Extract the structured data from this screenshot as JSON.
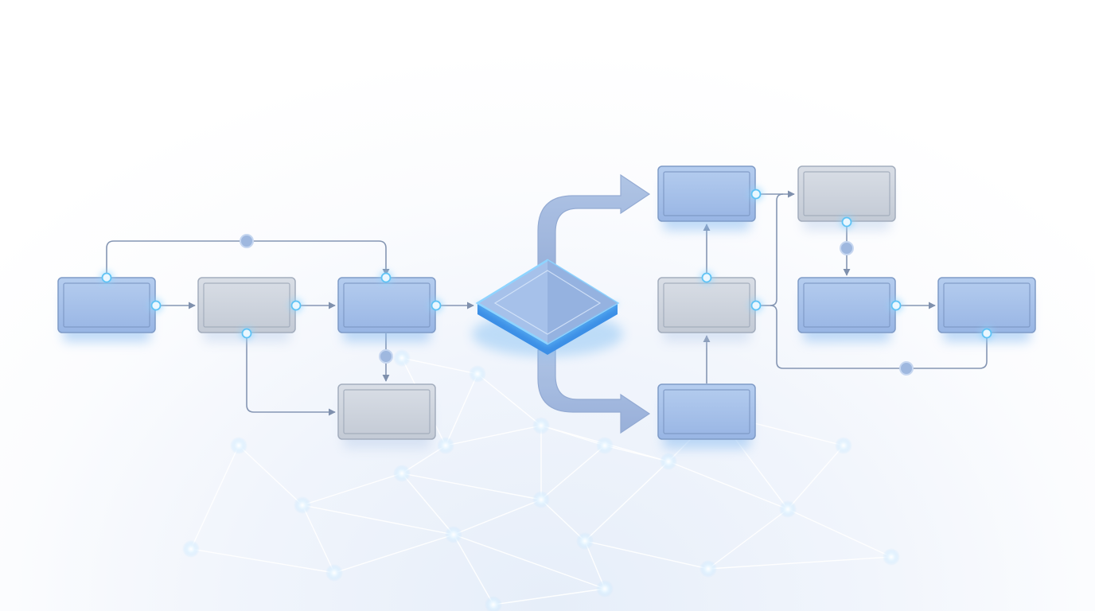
{
  "diagram": {
    "kind": "flowchart",
    "labels_visible": false,
    "colors": {
      "node_blue": "#a9c2ea",
      "node_gray": "#cdd3dc",
      "connector": "#8596b3",
      "port_glow": "#8fd6ff",
      "decision_top": "#9fbbe8",
      "network_line": "#ffffff"
    },
    "nodes": [
      {
        "id": "n1",
        "type": "process",
        "style": "blue"
      },
      {
        "id": "n2",
        "type": "process",
        "style": "gray"
      },
      {
        "id": "n3",
        "type": "process",
        "style": "blue"
      },
      {
        "id": "n4",
        "type": "process",
        "style": "gray"
      },
      {
        "id": "d1",
        "type": "decision",
        "style": "glowing-diamond"
      },
      {
        "id": "n5",
        "type": "process",
        "style": "blue"
      },
      {
        "id": "n6",
        "type": "process",
        "style": "gray"
      },
      {
        "id": "n7",
        "type": "process",
        "style": "blue"
      },
      {
        "id": "n8",
        "type": "process",
        "style": "gray"
      },
      {
        "id": "n9",
        "type": "process",
        "style": "blue"
      },
      {
        "id": "n10",
        "type": "process",
        "style": "blue"
      }
    ],
    "edges": [
      {
        "from": "n1",
        "to": "n2"
      },
      {
        "from": "n2",
        "to": "n3"
      },
      {
        "from": "n1",
        "to": "n3",
        "routing": "over-top"
      },
      {
        "from": "n3",
        "to": "n4"
      },
      {
        "from": "n2",
        "to": "n4",
        "routing": "under"
      },
      {
        "from": "n3",
        "to": "d1"
      },
      {
        "from": "d1",
        "to": "n5",
        "style": "thick-branch-arrow"
      },
      {
        "from": "d1",
        "to": "n7",
        "style": "thick-branch-arrow"
      },
      {
        "from": "n6",
        "to": "n5"
      },
      {
        "from": "n7",
        "to": "n6"
      },
      {
        "from": "n5",
        "to": "n8"
      },
      {
        "from": "n6",
        "to": "n8"
      },
      {
        "from": "n8",
        "to": "n9"
      },
      {
        "from": "n9",
        "to": "n10"
      },
      {
        "from": "n6",
        "to": "n10",
        "routing": "under"
      }
    ]
  }
}
